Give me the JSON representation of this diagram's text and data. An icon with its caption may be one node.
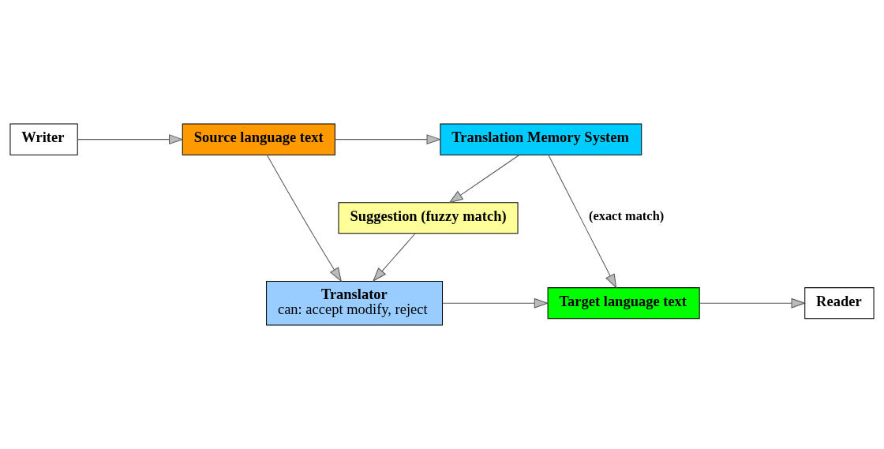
{
  "diagram": {
    "nodes": [
      {
        "text": [
          "Writer"
        ]
      },
      {
        "text": [
          "Source language text"
        ]
      },
      {
        "text": [
          "Translation Memory System"
        ]
      },
      {
        "text": [
          "Suggestion (fuzzy match)"
        ]
      },
      {
        "text": [
          "Translator",
          "can: accept modify, reject"
        ]
      },
      {
        "text": [
          "Target language text"
        ]
      },
      {
        "text": [
          "Reader"
        ]
      }
    ],
    "edges": [
      {
        "from": 0,
        "to": 1,
        "arrow": "to"
      },
      {
        "from": 1,
        "to": 2,
        "arrow": "to"
      },
      {
        "from": 1,
        "to": 4,
        "arrow": "to"
      },
      {
        "from": 2,
        "to": 3,
        "arrow": "to"
      },
      {
        "from": 2,
        "to": 5,
        "arrow": "to",
        "label": "(exact match)"
      },
      {
        "from": 3,
        "to": 4,
        "arrow": "to"
      },
      {
        "from": 4,
        "to": 5,
        "arrow": "to"
      },
      {
        "from": 5,
        "to": 6,
        "arrow": "to"
      }
    ]
  }
}
